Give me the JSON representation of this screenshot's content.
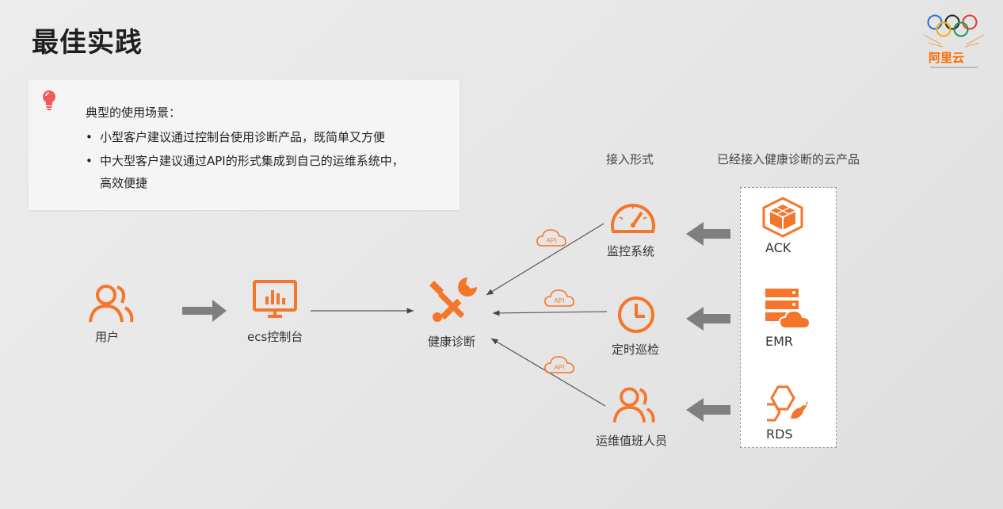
{
  "slide": {
    "title": "最佳实践"
  },
  "logo": {
    "brand": "阿里云"
  },
  "scenario": {
    "heading": "典型的使用场景：",
    "bullets": [
      "小型客户建议通过控制台使用诊断产品，既简单又方便",
      "中大型客户建议通过API的形式集成到自己的运维系统中，",
      "高效便捷"
    ]
  },
  "columns": {
    "access_mode": "接入形式",
    "integrated_products": "已经接入健康诊断的云产品"
  },
  "flow": {
    "user": "用户",
    "console": "ecs控制台",
    "diagnosis": "健康诊断"
  },
  "access_modes": [
    {
      "label": "监控系统",
      "badge": "API"
    },
    {
      "label": "定时巡检",
      "badge": "API"
    },
    {
      "label": "运维值班人员",
      "badge": "API"
    }
  ],
  "products": [
    {
      "label": "ACK"
    },
    {
      "label": "EMR"
    },
    {
      "label": "RDS"
    }
  ],
  "colors": {
    "accent": "#f5752a",
    "arrow_gray": "#7f7f7f",
    "text": "#333333"
  }
}
